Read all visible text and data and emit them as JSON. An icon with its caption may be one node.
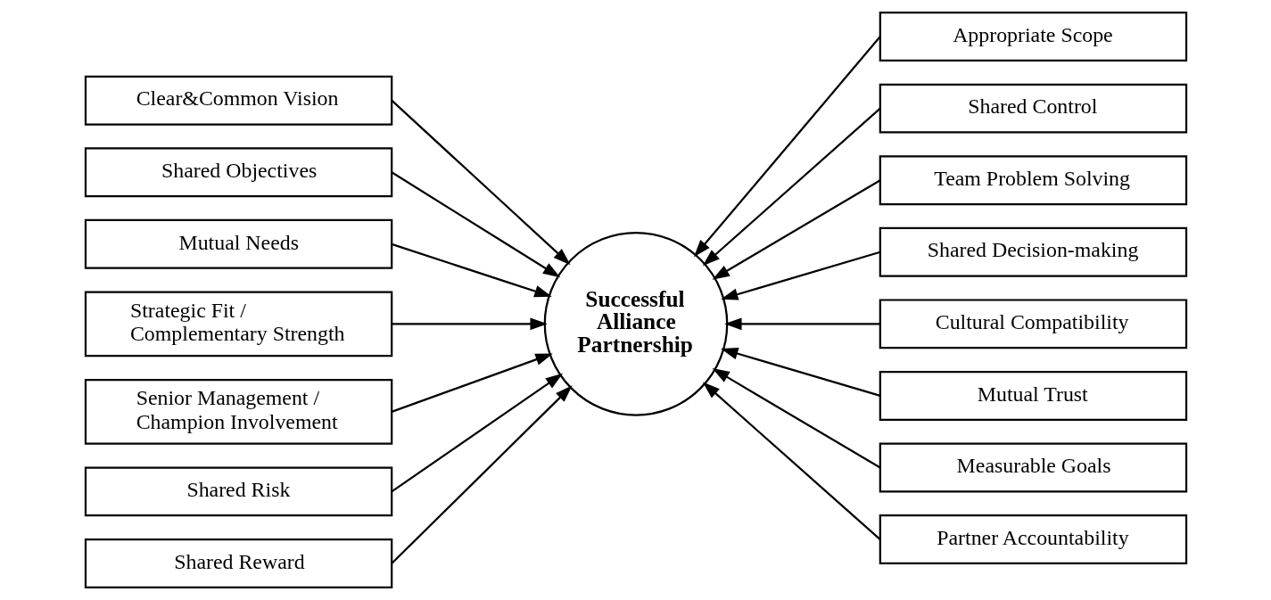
{
  "diagram": {
    "nodes": [
      {
        "text": [
          "Clear&Common Vision"
        ]
      },
      {
        "text": [
          "Shared Objectives"
        ]
      },
      {
        "text": [
          "Mutual Needs"
        ]
      },
      {
        "text": [
          "Strategic Fit / Complementary Strength"
        ]
      },
      {
        "text": [
          "Senior Management / Champion Involvement"
        ]
      },
      {
        "text": [
          "Shared Risk"
        ]
      },
      {
        "text": [
          "Shared Reward"
        ]
      },
      {
        "text": [
          "Successful Alliance Partnership"
        ]
      },
      {
        "text": [
          "Appropriate Scope"
        ]
      },
      {
        "text": [
          "Shared Control"
        ]
      },
      {
        "text": [
          "Team Problem Solving"
        ]
      },
      {
        "text": [
          "Shared Decision-making"
        ]
      },
      {
        "text": [
          "Cultural Compatibility"
        ]
      },
      {
        "text": [
          "Mutual Trust"
        ]
      },
      {
        "text": [
          "Measurable Goals"
        ]
      },
      {
        "text": [
          "Partner Accountability"
        ]
      }
    ],
    "edges": [
      {
        "from": 0,
        "to": 7,
        "arrow": "to"
      },
      {
        "from": 1,
        "to": 7,
        "arrow": "to"
      },
      {
        "from": 2,
        "to": 7,
        "arrow": "to"
      },
      {
        "from": 3,
        "to": 7,
        "arrow": "to"
      },
      {
        "from": 4,
        "to": 7,
        "arrow": "to"
      },
      {
        "from": 5,
        "to": 7,
        "arrow": "to"
      },
      {
        "from": 6,
        "to": 7,
        "arrow": "to"
      },
      {
        "from": 8,
        "to": 7,
        "arrow": "to"
      },
      {
        "from": 9,
        "to": 7,
        "arrow": "to"
      },
      {
        "from": 10,
        "to": 7,
        "arrow": "to"
      },
      {
        "from": 11,
        "to": 7,
        "arrow": "to"
      },
      {
        "from": 12,
        "to": 7,
        "arrow": "to"
      },
      {
        "from": 13,
        "to": 7,
        "arrow": "to"
      },
      {
        "from": 14,
        "to": 7,
        "arrow": "to"
      },
      {
        "from": 15,
        "to": 7,
        "arrow": "to"
      }
    ]
  }
}
